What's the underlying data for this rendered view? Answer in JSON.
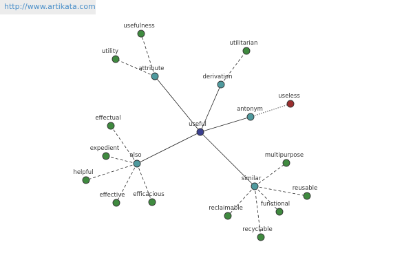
{
  "banner": {
    "url_text": "http://www.artikata.com"
  },
  "colors": {
    "center": "#3a3f8f",
    "relation": "#4f9a9e",
    "synonym": "#3f8a3f",
    "antonym_term": "#9b2e2e",
    "edge": "#222222"
  },
  "graph": {
    "center": {
      "id": "useful",
      "label": "useful"
    },
    "relations": [
      {
        "id": "attribute",
        "label": "attribute",
        "members": [
          {
            "id": "usefulness",
            "label": "usefulness"
          },
          {
            "id": "utility",
            "label": "utility"
          }
        ]
      },
      {
        "id": "derivation",
        "label": "derivation",
        "members": [
          {
            "id": "utilitarian",
            "label": "utilitarian"
          }
        ]
      },
      {
        "id": "antonym",
        "label": "antonym",
        "link_style": "dotted",
        "member_color": "antonym_term",
        "members": [
          {
            "id": "useless",
            "label": "useless"
          }
        ]
      },
      {
        "id": "also",
        "label": "also",
        "members": [
          {
            "id": "effectual",
            "label": "effectual"
          },
          {
            "id": "expedient",
            "label": "expedient"
          },
          {
            "id": "helpful",
            "label": "helpful"
          },
          {
            "id": "effective",
            "label": "effective"
          },
          {
            "id": "efficacious",
            "label": "efficacious"
          }
        ]
      },
      {
        "id": "similar",
        "label": "similar",
        "members": [
          {
            "id": "multipurpose",
            "label": "multipurpose"
          },
          {
            "id": "reusable",
            "label": "reusable"
          },
          {
            "id": "functional",
            "label": "functional"
          },
          {
            "id": "reclaimable",
            "label": "reclaimable"
          },
          {
            "id": "recyclable",
            "label": "recyclable"
          }
        ]
      }
    ]
  }
}
